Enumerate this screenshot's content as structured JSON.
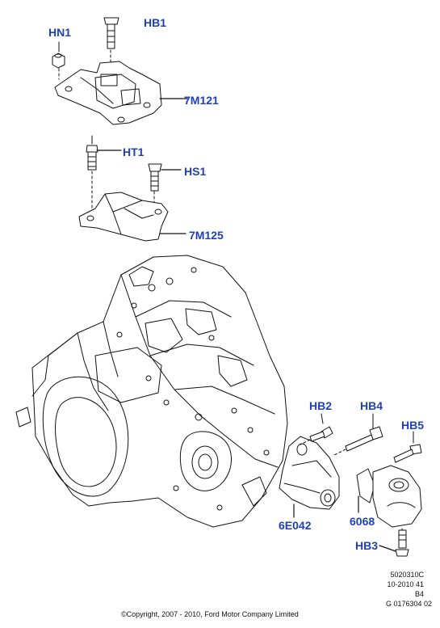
{
  "parts": {
    "hn1": "HN1",
    "hb1": "HB1",
    "m121": "7M121",
    "ht1": "HT1",
    "hs1": "HS1",
    "m125": "7M125",
    "hb2": "HB2",
    "hb4": "HB4",
    "hb5": "HB5",
    "e042": "6E042",
    "p6068": "6068",
    "hb3": "HB3"
  },
  "reference": {
    "line1": "5020310C",
    "line2": "10-2010 41",
    "line3": "B4",
    "line4": "G 0176304 02"
  },
  "copyright": "©Copyright, 2007 - 2010, Ford Motor Company Limited",
  "colors": {
    "callout": "#1f3fbf",
    "line": "#111111"
  }
}
